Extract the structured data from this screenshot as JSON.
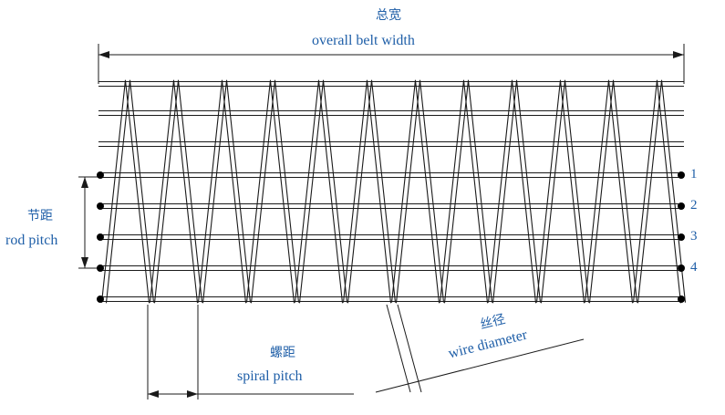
{
  "labels": {
    "overall_width_cn": "总宽",
    "overall_width_en": "overall belt width",
    "rod_pitch_cn": "节距",
    "rod_pitch_en": "rod pitch",
    "spiral_pitch_cn": "螺距",
    "spiral_pitch_en": "spiral pitch",
    "wire_diameter_cn": "丝径",
    "wire_diameter_en": "wire diameter"
  },
  "row_numbers": [
    "1",
    "2",
    "3",
    "4"
  ],
  "colors": {
    "line": "#1a1a1a",
    "label": "#1f5fa8",
    "background": "#ffffff"
  }
}
